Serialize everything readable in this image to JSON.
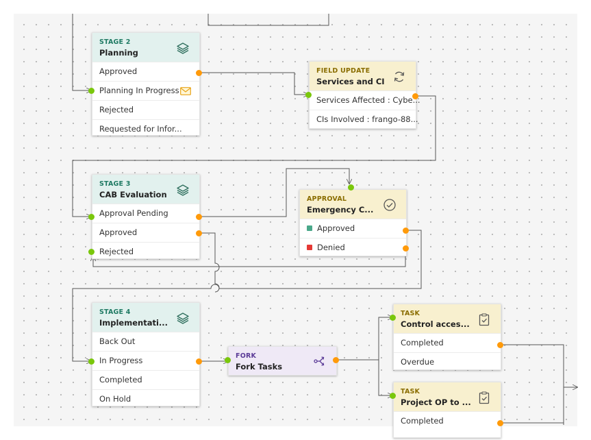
{
  "colors": {
    "stage_header": "#e2f1ee",
    "stage_label": "#1f7a63",
    "field_update_header": "#f8f0cf",
    "fork_header": "#efe9f6",
    "input_port": "#7ac70c",
    "output_port": "#ff9a0a",
    "approved_status": "#4aa88a",
    "denied_status": "#e53935"
  },
  "nodes": {
    "stage2": {
      "kind": "STAGE 2",
      "title": "Planning",
      "icon": "layers-icon",
      "rows": [
        "Approved",
        "Planning In Progress",
        "Rejected",
        "Requested for Infor..."
      ],
      "row_icon": "envelope-icon"
    },
    "field_update": {
      "kind": "FIELD UPDATE",
      "title": "Services and CI",
      "icon": "refresh-icon",
      "rows": [
        "Services Affected : Cybe...",
        "CIs Involved : frango-88..."
      ]
    },
    "stage3": {
      "kind": "STAGE 3",
      "title": "CAB Evaluation",
      "icon": "layers-icon",
      "rows": [
        "Approval Pending",
        "Approved",
        "Rejected"
      ]
    },
    "approval": {
      "kind": "APPROVAL",
      "title": "Emergency C...",
      "icon": "check-circle-icon",
      "rows": [
        "Approved",
        "Denied"
      ]
    },
    "stage4": {
      "kind": "STAGE 4",
      "title": "Implementati...",
      "icon": "layers-icon",
      "rows": [
        "Back Out",
        "In Progress",
        "Completed",
        "On Hold"
      ]
    },
    "fork": {
      "kind": "FORK",
      "title": "Fork Tasks",
      "icon": "fork-icon"
    },
    "task1": {
      "kind": "TASK",
      "title": "Control acces...",
      "icon": "clipboard-icon",
      "rows": [
        "Completed",
        "Overdue"
      ]
    },
    "task2": {
      "kind": "TASK",
      "title": "Project OP to ...",
      "icon": "clipboard-icon",
      "rows": [
        "Completed"
      ]
    }
  }
}
